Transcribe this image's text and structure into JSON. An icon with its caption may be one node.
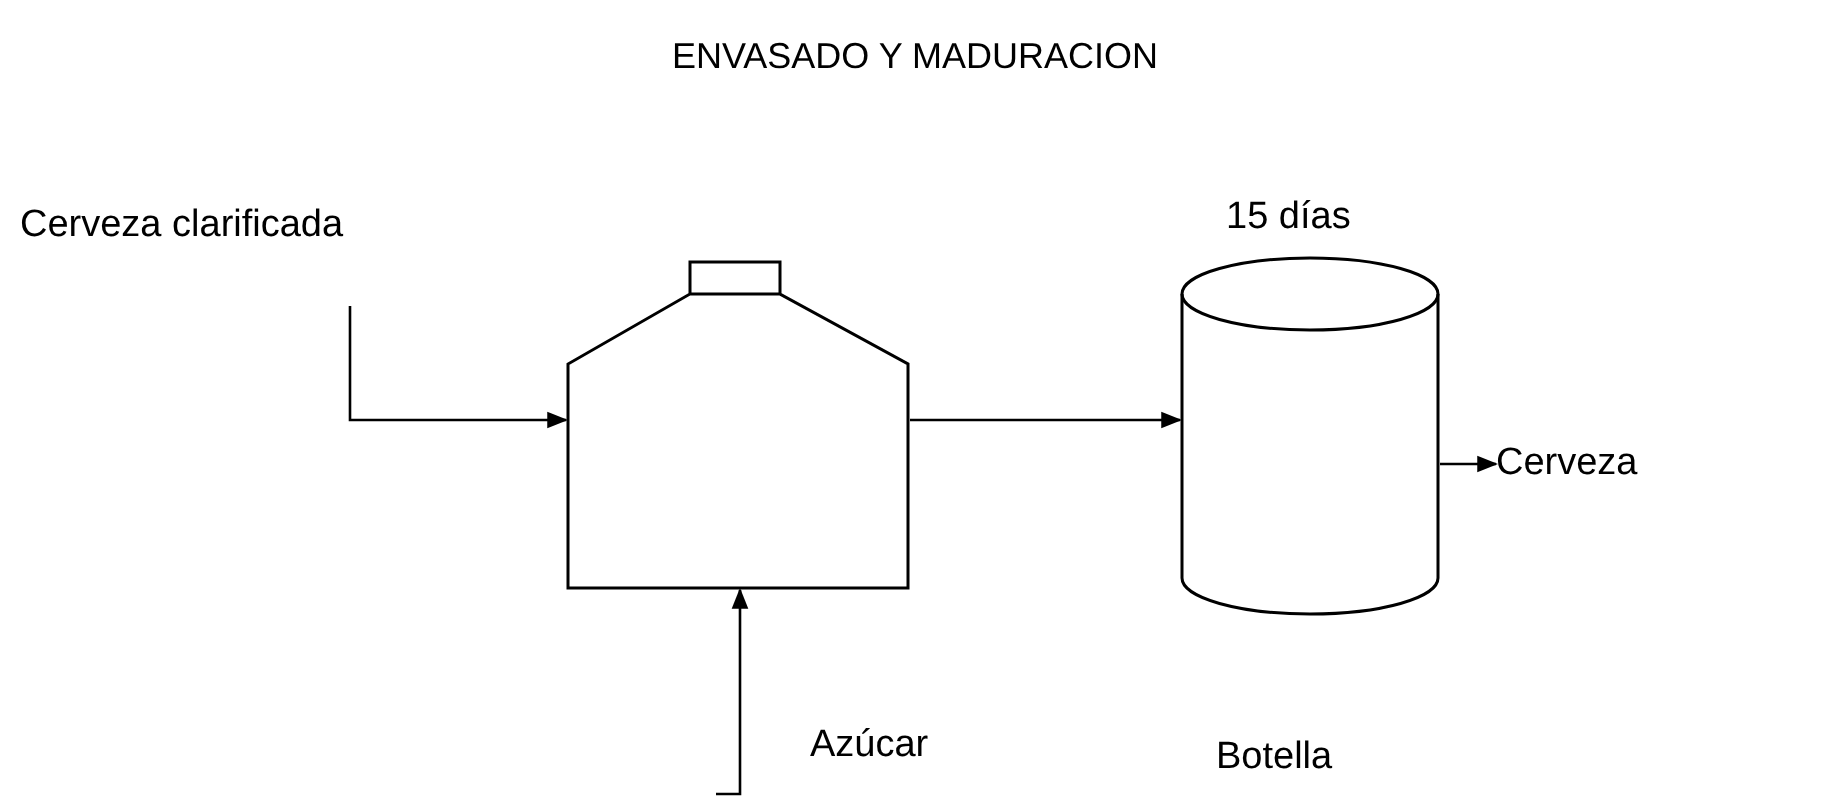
{
  "diagram": {
    "title": "ENVASADO Y MADURACION",
    "nodes": [
      {
        "text": [],
        "shape": "tank"
      },
      {
        "text": [],
        "shape": "cylinder",
        "beside": [
          "15 días",
          "Botella"
        ]
      },
      {
        "text": [
          "Cerveza"
        ]
      }
    ],
    "edges": [
      {
        "from": null,
        "to": 0,
        "arrow": "to",
        "label": "Cerveza clarificada"
      },
      {
        "from": null,
        "to": 0,
        "arrow": "to",
        "label": "Azúcar"
      },
      {
        "from": 0,
        "to": 1,
        "arrow": "to"
      },
      {
        "from": 1,
        "to": 2,
        "arrow": "to"
      }
    ]
  }
}
